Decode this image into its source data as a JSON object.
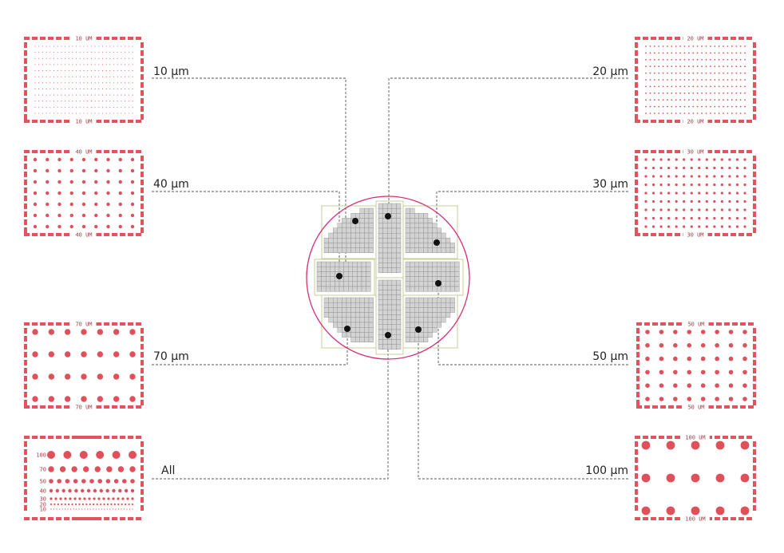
{
  "colors": {
    "pattern_red": "#e5525d",
    "pattern_dot": "#e0505b",
    "tile_label_bg": "#ffffff",
    "tile_label_text": "#9a3f48",
    "wafer_outline": "#d6317a",
    "quadrant_outline": "#c4cf9a",
    "die_fill": "#d3d3d3",
    "die_stroke": "#8c8c8c",
    "leader_line": "#555555",
    "marker": "#111111"
  },
  "wafer": {
    "name": "wafer",
    "markers": 8
  },
  "tiles": [
    {
      "id": "tile-10",
      "callout": "10 μm",
      "top_label": "10 UM",
      "bottom_label": "10 UM"
    },
    {
      "id": "tile-20",
      "callout": "20 μm",
      "top_label": "20 UM",
      "bottom_label": "20 UM"
    },
    {
      "id": "tile-40",
      "callout": "40 μm",
      "top_label": "40 UM",
      "bottom_label": "40 UM"
    },
    {
      "id": "tile-30",
      "callout": "30 μm",
      "top_label": "30 UM",
      "bottom_label": "30 UM"
    },
    {
      "id": "tile-70",
      "callout": "70 μm",
      "top_label": "70 UM",
      "bottom_label": "70 UM"
    },
    {
      "id": "tile-50",
      "callout": "50 μm",
      "top_label": "50 UM",
      "bottom_label": "50 UM"
    },
    {
      "id": "tile-all",
      "callout": "All",
      "top_label": "",
      "bottom_label": "",
      "row_labels": [
        "100",
        "70",
        "50",
        "40",
        "30",
        "20",
        "10"
      ]
    },
    {
      "id": "tile-100",
      "callout": "100 μm",
      "top_label": "100 UM",
      "bottom_label": "100 UM"
    }
  ]
}
